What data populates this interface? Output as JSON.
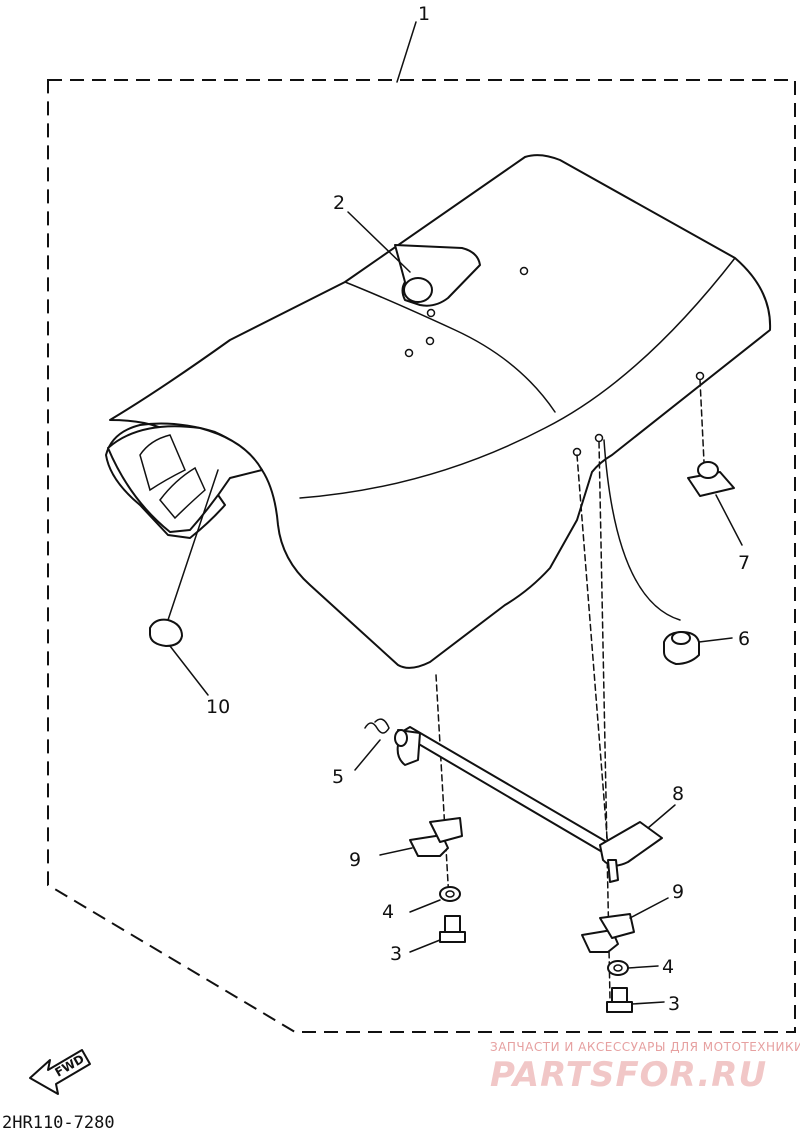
{
  "callouts": {
    "c1": "1",
    "c2": "2",
    "c3a": "3",
    "c3b": "3",
    "c4a": "4",
    "c4b": "4",
    "c5": "5",
    "c6": "6",
    "c7": "7",
    "c8": "8",
    "c9a": "9",
    "c9b": "9",
    "c10": "10"
  },
  "fwd_label": "FWD",
  "diagram_code": "2HR110-7280",
  "watermark": {
    "line1": "ЗАПЧАСТИ И АКСЕССУАРЫ ДЛЯ МОТОТЕХНИКИ",
    "line2": "PARTSFOR.RU"
  }
}
